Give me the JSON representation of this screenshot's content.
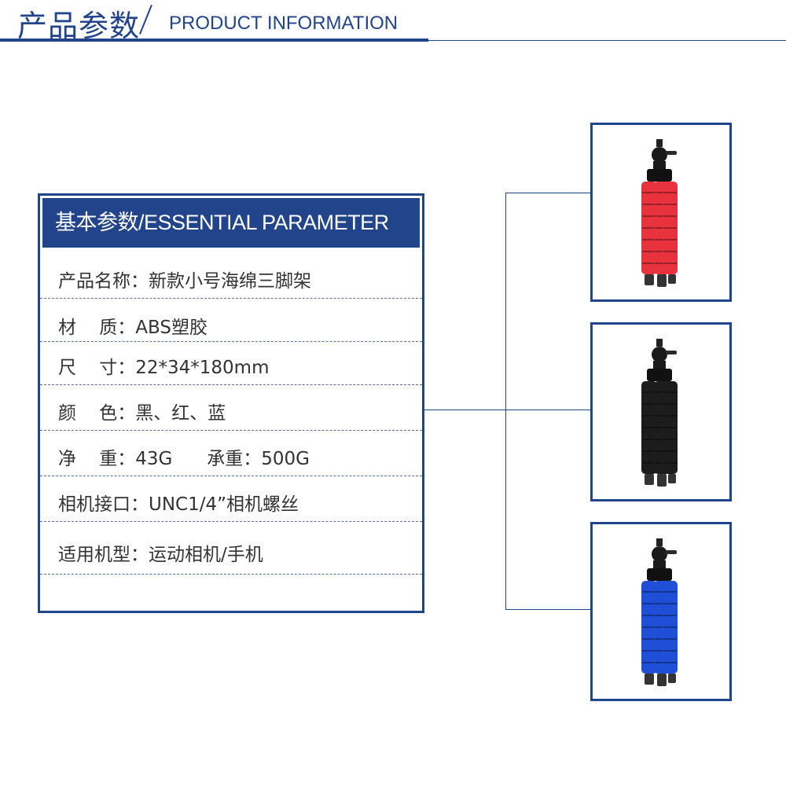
{
  "header": {
    "title_cn": "产品参数",
    "title_en": "PRODUCT INFORMATION"
  },
  "panel": {
    "title": "基本参数/ESSENTIAL PARAMETER",
    "rows": [
      "产品名称：新款小号海绵三脚架",
      "材    质：ABS塑胶",
      "尺    寸：22*34*180mm",
      "颜    色：黑、红、蓝",
      "净    重：43G      承重：500G",
      "相机接口：UNC1/4”相机螺丝",
      "适用机型：运动相机/手机"
    ]
  },
  "products": [
    {
      "color_name": "red",
      "foam_color": "#e8333f"
    },
    {
      "color_name": "black",
      "foam_color": "#1c1c1c"
    },
    {
      "color_name": "blue",
      "foam_color": "#1f4fd6"
    }
  ],
  "colors": {
    "brand": "#22448a"
  }
}
